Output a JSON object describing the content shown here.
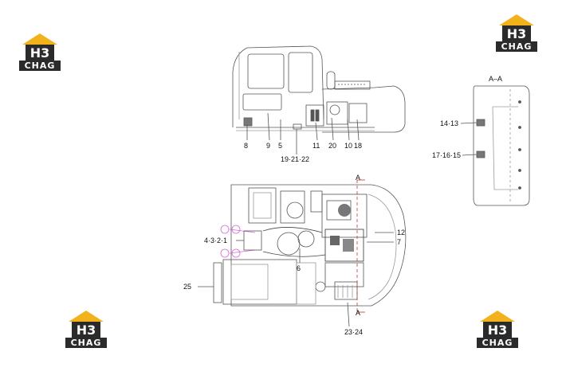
{
  "brand": {
    "mark": "H3",
    "word": "CHAG",
    "colors": {
      "roof": "#f2b21b",
      "box": "#2b2b2b",
      "letters": "#ffffff"
    }
  },
  "section_label": "A–A",
  "section_markers": [
    "A",
    "A"
  ],
  "callouts": {
    "c8": "8",
    "c9": "9",
    "c5": "5",
    "c11": "11",
    "c20": "20",
    "c10": "10",
    "c18": "18",
    "c19_21_22": "19·21·22",
    "c14_13": "14·13",
    "c17_16_15": "17·16·15",
    "c4_3_2_1": "4·3·2·1",
    "c12": "12",
    "c7": "7",
    "c6": "6",
    "c25": "25",
    "c23_24": "23·24"
  },
  "colors": {
    "line": "#555555",
    "light": "#9a9a9a",
    "highlight": "#d36ad6",
    "accent": "#c0392b"
  }
}
